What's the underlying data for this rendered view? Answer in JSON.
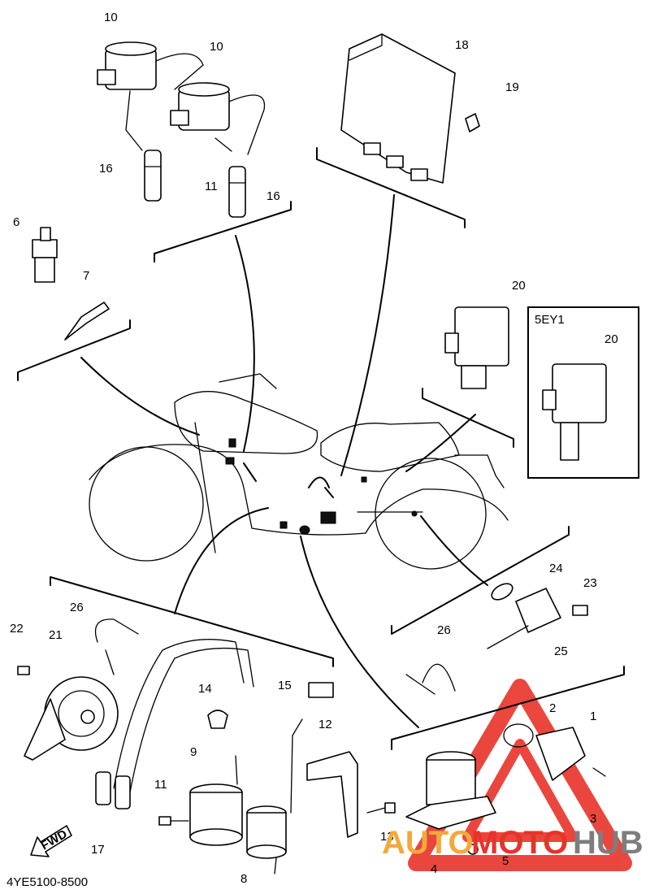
{
  "diagram": {
    "callouts": [
      "10",
      "10",
      "16",
      "11",
      "16",
      "6",
      "7",
      "18",
      "19",
      "20",
      "20",
      "26",
      "22",
      "21",
      "14",
      "9",
      "11",
      "15",
      "12",
      "13",
      "17",
      "8",
      "24",
      "23",
      "25",
      "26",
      "2",
      "1",
      "3",
      "4",
      "5"
    ],
    "inset_label": "5EY1",
    "fwd_label": "FWD",
    "part_number": "4YE5100-8500"
  },
  "watermark": {
    "part1": "AUTO",
    "part2": "MOTO",
    "part3": "HUB",
    "colors": {
      "red": "#e8332a",
      "orange": "#f2a93b",
      "gray": "#7d7d7d"
    }
  }
}
